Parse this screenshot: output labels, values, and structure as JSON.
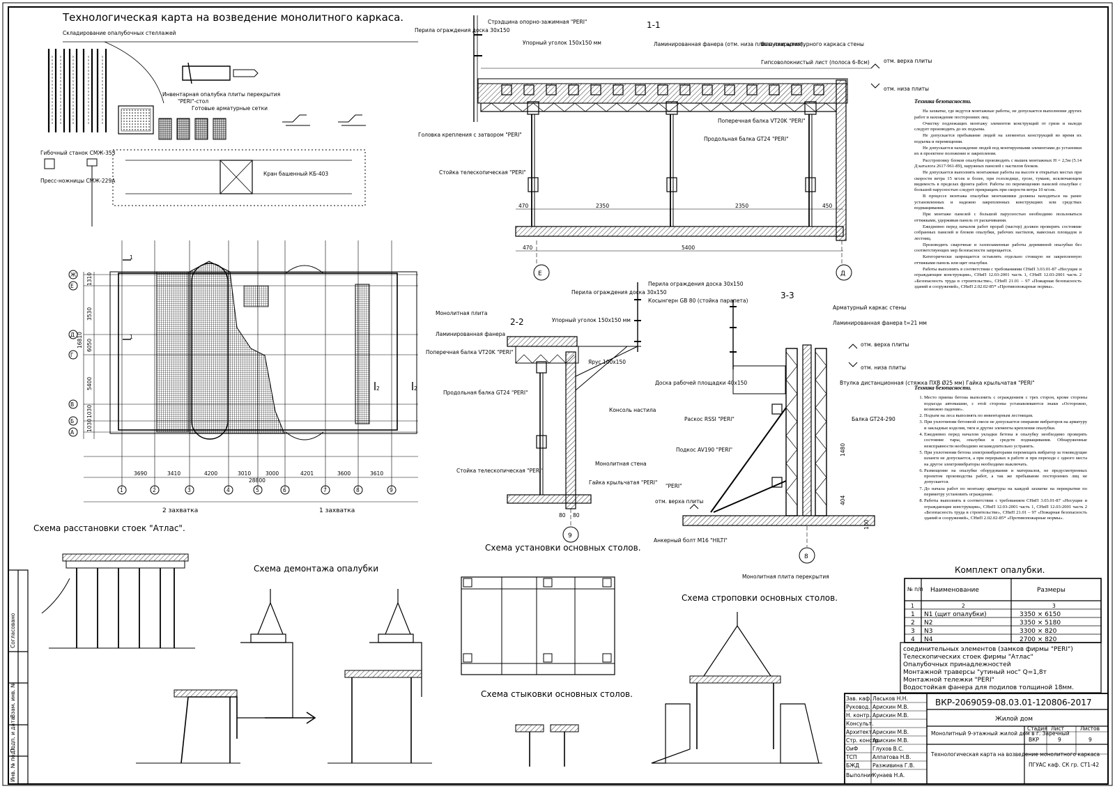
{
  "sheet_title": "Технологическая карта на возведение монолитного каркаса.",
  "site_plan": {
    "labels": {
      "storage": "Складирование опалубочных стеллажей",
      "formwork_inventory": "Инвентарная опалубка плиты перекрытия",
      "peri_table": "\"PERI\"-стол",
      "mesh": "Готовые арматурные сетки",
      "bending_machine": "Гибочный станок СМЖ-353",
      "shears": "Пресс-ножницы СМЖ-229А",
      "crane": "Кран башенный КБ-403"
    }
  },
  "section_1_1": {
    "title": "1-1",
    "labels": {
      "railing": "Перила ограждения доска 30х150",
      "rack": "Стрэдцина опорно-зажимная \"PERI\"",
      "angle": "Упорный уголок 150х150 мм",
      "plywood": "Ламинированная фанера (отм. низа плиты покрытия).",
      "outlets": "Выпуски арматурного каркаса стены",
      "gypsum": "Гипсоволокнистый лист (полоса 6-8см)",
      "top_mark": "отм. верха плиты",
      "bottom_mark": "отм. низа плиты",
      "cross_beam": "Поперечная балка VT20K \"PERI\"",
      "long_beam": "Продольная балка GT24 \"PERI\"",
      "head": "Головка крепления с затвором \"PERI\"",
      "prop": "Стойка телескопическая \"PERI\"",
      "axis_left": "Е",
      "axis_right": "Д",
      "dims": [
        "470",
        "2350",
        "2350",
        "450"
      ],
      "dim_bottom_left": "470",
      "dim_total": "5400"
    }
  },
  "plan": {
    "section_marks": [
      "1",
      "1",
      "2",
      "2"
    ],
    "row_axes": [
      "Ж",
      "Е",
      "Д",
      "Г",
      "В",
      "Б",
      "А"
    ],
    "row_dims": [
      "1310",
      "3530",
      "16810",
      "6050",
      "5400",
      "1030",
      "1030"
    ],
    "col_axes": [
      "1",
      "2",
      "3",
      "4",
      "5",
      "6",
      "7",
      "8",
      "9"
    ],
    "col_dims": [
      "3690",
      "3410",
      "4200",
      "3010",
      "3000",
      "4201",
      "3600",
      "3610"
    ],
    "total_dim": "28800",
    "grip_left": "2 захватка",
    "grip_right": "1 захватка"
  },
  "section_2_2": {
    "title": "2-2",
    "labels": {
      "slab": "Монолитная плита",
      "plywood": "Ламинированная фанера",
      "railing": "Перила ограждения доска 30х150",
      "angle": "Упорный уголок 150х150 мм",
      "cross_beam": "Поперечная балка VT20K \"PERI\"",
      "brace": "Ярус 100х150",
      "long_beam": "Продольная балка GT24 \"PERI\"",
      "console": "Консоль настила",
      "wall": "Монолитная стена",
      "prop": "Стойка телескопическая \"PERI\"",
      "nut": "Гайка крыльчатая \"PERI\"",
      "axis": "9",
      "dims": [
        "80",
        "80"
      ]
    },
    "caption": "Схема установки основных столов."
  },
  "section_3_3": {
    "title": "3-3",
    "labels": {
      "railing": "Перила ограждения доска 30х150",
      "kosinger": "Косынгерн GB 80 (стойка парапета)",
      "cage": "Арматурный каркас стены",
      "plywood": "Ламинированная фанера t=21 мм",
      "top_mark": "отм. верха плиты",
      "bottom_mark": "отм. низа плиты",
      "board": "Доска рабочей площадки 40х150",
      "sleeve": "Втулка дистанционная (стяжка ПХВ Ø25 мм) Гайка крыльчатая \"PERI\"",
      "brace": "Раскос RSSI \"PERI\"",
      "strut": "Подкос AV190 \"PERI\"",
      "beam": "Балка GT24-290",
      "peri": "\"PERI\"",
      "floor_mark": "отм. верха плиты",
      "bolt": "Анкерный болт М16 \"HILTI\"",
      "slab": "Монолитная плита перекрытия",
      "axis": "8",
      "dims": [
        "1480",
        "404",
        "100"
      ]
    }
  },
  "safety_1": {
    "title": "Техника безопасности.",
    "paragraphs": [
      "На захватке, где ведутся монтажные работы, не допускается выполнение других работ и нахождение посторонних лиц.",
      "Очистку подлежащих монтажу элементов конструкций от грязи и наледи следует производить до их подъема.",
      "Не допускается пребывание людей на элементах конструкций во время их подъема и перемещения.",
      "Не допускается нахождение людей под монтируемыми элементами до установки их в проектное положение и закрепления.",
      "Расстроповку блоков опалубки производить с вышек монтажных Н = 2,5м (5.14 Д каталога 2617-961-89), наружных панелей с настилов блоков.",
      "Не допускается выполнять монтажные работы на высоте в открытых местах при скорости ветра 15 м/сек и более, при гололедице, грозе, тумане, исключающем видимость в пределах фронта работ. Работы по перемещению панелей опалубки с большой парусностью следует прекращать при скорости ветра 10 м/сек.",
      "В процессе монтажа опалубки монтажники должны находиться на ранее установленных и надежно закрепленных конструкциях или средствах подмащивания.",
      "При монтаже панелей с большой парусностью необходимо пользоваться оттяжками, удерживая панель от раскачивания.",
      "Ежедневно перед началом работ прораб (мастер) должен проверять состояние собранных панелей и блоков опалубки, рабочих настилов, навесных площадок и лестниц.",
      "Производить сварочные и газопламенные работы деревянной опалубки без соответствующих мер безопасности запрещается.",
      "Категорически запрещается оставлять отдельно стоящую не закрепленную оттяжками панель или щит опалубки.",
      "Работы выполнять в соответствии с требованиями СНиП 3.03.01-87 «Несущие и ограждающие конструкции», СНиП 12.03-2001 часть 1, СНиП 12.03-2001 часть 2 «Безопасность труда в строительстве», СНиП 21.01 – 97 «Пожарная безопасность зданий и сооружений», СНиП 2.02.02-85* «Противопожарные нормы»."
    ]
  },
  "safety_2": {
    "title": "Техника безопасности.",
    "items": [
      "Место приема бетона выполнить с ограждением с трех сторон, кроме стороны подъезда автомашин, с этой стороны устанавливаются знаки «Осторожно, возможно падение».",
      "Подъем на леса выполнять по инвентарным лестницам.",
      "При уплотнении бетонной смеси не допускается опирание вибраторов на арматуру и закладные изделия, тяги и другие элементы крепления опалубки.",
      "Ежедневно перед началом укладки бетона в опалубку необходимо проверять состояние тары, опалубки и средств подмащивания. Обнаруженные неисправности необходимо незамедлительно устранять.",
      "При уплотнении бетона электровибраторами перемещать вибратор за токоведущие шланги не допускается, а при перерывах в работе и при переходе с одного места на другое электровибраторы необходимо выключать.",
      "Размещение на опалубке оборудования и материалов, не предусмотренных проектом производства работ, а так же пребывание посторонних лиц не допускается.",
      "До начала работ по монтажу арматуры на каждой захватке на перекрытии по периметру установить ограждение.",
      "Работы выполнять в соответствии с требованием СНиП 3.03.01-87 «Несущие и ограждающие конструкции», СНиП 12.03-2001 часть 1, СНиП 12.03-2001 часть 2 «Безопасность труда в строительстве», СНиП 21.01 – 97 «Пожарная безопасность зданий и сооружений», СНиП 2.02.02-85* «Противопожарные нормы»."
    ]
  },
  "kit_table": {
    "title": "Комплект опалубки.",
    "headers": [
      "№ п/п",
      "Наименование",
      "Размеры"
    ],
    "index_row": [
      "1",
      "2",
      "3"
    ],
    "rows": [
      [
        "1",
        "N1 (щит опалубки)",
        "3350 × 6150"
      ],
      [
        "2",
        "N2",
        "3350 × 5180"
      ],
      [
        "3",
        "N3",
        "3300 × 820"
      ],
      [
        "4",
        "N4",
        "2700 × 820"
      ]
    ],
    "notes": [
      "соединительных элементов (замков фирмы \"PERI\")",
      "Телескопических стоек фирмы \"Атлас\"",
      "Опалубочных принадлежностей",
      "Монтажной траверсы \"утиный нос\" Q=1,8т",
      "Монтажной тележки \"PERI\"",
      "Водостойкая фанера для подилов толщиной 18мм."
    ]
  },
  "schemes": {
    "atlas": "Схема расстановки стоек \"Атлас\".",
    "dismantle": "Схема демонтажа опалубки",
    "docking": "Схема стыковки основных столов.",
    "slinging": "Схема строповки основных столов."
  },
  "title_block": {
    "code": "ВКР-2069059-08.03.01-120806-2017",
    "object": "Жилой дом",
    "project": "Монолитный 9-этажный жилой дом в г. Заречный",
    "sheet_name": "Технологическая карта на возведение монолитного каркаса",
    "stage_h": "Стадия",
    "sheet_h": "Лист",
    "sheets_h": "Листов",
    "stage": "ВКР",
    "sheet": "9",
    "sheets": "9",
    "org": "ПГУАС каф. СК гр. СТ1-42",
    "roles": [
      [
        "Зав. каф.",
        "Ласьков Н.Н."
      ],
      [
        "Руковод.",
        "Арискин М.В."
      ],
      [
        "Н. контр.",
        "Арискин М.В."
      ],
      [
        "Консульт.",
        ""
      ],
      [
        "Архитект.",
        "Арискин М.В."
      ],
      [
        "Стр. констр.",
        "Арискин М.В."
      ],
      [
        "ОиФ",
        "Глухов В.С."
      ],
      [
        "ТСП",
        "Алпатова Н.В."
      ],
      [
        "БЖД",
        "Разживина Г.В."
      ],
      [
        "Выполнил",
        "Кунаев Н.А."
      ]
    ]
  },
  "side_stamp": [
    "Согласовано",
    "Взам. инв. №",
    "Подп. и дата",
    "Инв. № подл."
  ]
}
